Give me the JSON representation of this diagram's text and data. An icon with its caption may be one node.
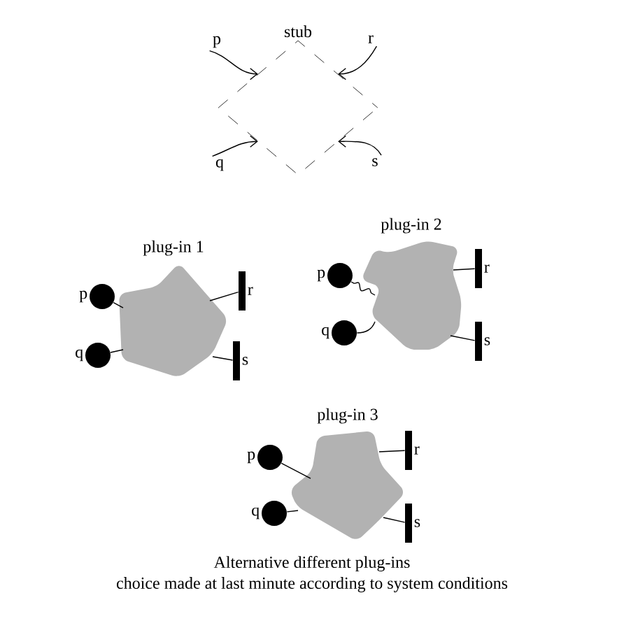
{
  "diagram": {
    "nodes": [
      {
        "text": [
          "stub"
        ]
      },
      {
        "text": [
          "p"
        ]
      },
      {
        "text": [
          "r"
        ]
      },
      {
        "text": [
          "q"
        ]
      },
      {
        "text": [
          "s"
        ]
      },
      {
        "text": [
          "plug-in 1"
        ]
      },
      {
        "text": [],
        "shape": "circle",
        "beside": [
          "p"
        ]
      },
      {
        "text": [],
        "shape": "circle",
        "beside": [
          "q"
        ]
      },
      {
        "text": [],
        "shape": "bar",
        "beside": [
          "r"
        ]
      },
      {
        "text": [],
        "shape": "bar",
        "beside": [
          "s"
        ]
      },
      {
        "text": [
          "plug-in 2"
        ]
      },
      {
        "text": [],
        "shape": "circle",
        "beside": [
          "p"
        ]
      },
      {
        "text": [],
        "shape": "circle",
        "beside": [
          "q"
        ]
      },
      {
        "text": [],
        "shape": "bar",
        "beside": [
          "r"
        ]
      },
      {
        "text": [],
        "shape": "bar",
        "beside": [
          "s"
        ]
      },
      {
        "text": [
          "plug-in 3"
        ]
      },
      {
        "text": [],
        "shape": "circle",
        "beside": [
          "p"
        ]
      },
      {
        "text": [],
        "shape": "circle",
        "beside": [
          "q"
        ]
      },
      {
        "text": [],
        "shape": "bar",
        "beside": [
          "r"
        ]
      },
      {
        "text": [],
        "shape": "bar",
        "beside": [
          "s"
        ]
      }
    ],
    "edges": [
      {
        "from": 1,
        "to": 0,
        "arrow": "to"
      },
      {
        "from": 2,
        "to": 0,
        "arrow": "to"
      },
      {
        "from": 3,
        "to": 0,
        "arrow": "to"
      },
      {
        "from": 4,
        "to": 0,
        "arrow": "to"
      },
      {
        "from": 6,
        "to": 5,
        "arrow": "none"
      },
      {
        "from": 7,
        "to": 5,
        "arrow": "none"
      },
      {
        "from": 8,
        "to": 5,
        "arrow": "none"
      },
      {
        "from": 9,
        "to": 5,
        "arrow": "none"
      },
      {
        "from": 11,
        "to": 10,
        "arrow": "none"
      },
      {
        "from": 12,
        "to": 10,
        "arrow": "none"
      },
      {
        "from": 13,
        "to": 10,
        "arrow": "none"
      },
      {
        "from": 14,
        "to": 10,
        "arrow": "none"
      },
      {
        "from": 16,
        "to": 15,
        "arrow": "none"
      },
      {
        "from": 17,
        "to": 15,
        "arrow": "none"
      },
      {
        "from": 18,
        "to": 15,
        "arrow": "none"
      },
      {
        "from": 19,
        "to": 15,
        "arrow": "none"
      }
    ],
    "labels": [
      "Alternative different plug-ins",
      "choice made at last minute according to system conditions"
    ]
  }
}
